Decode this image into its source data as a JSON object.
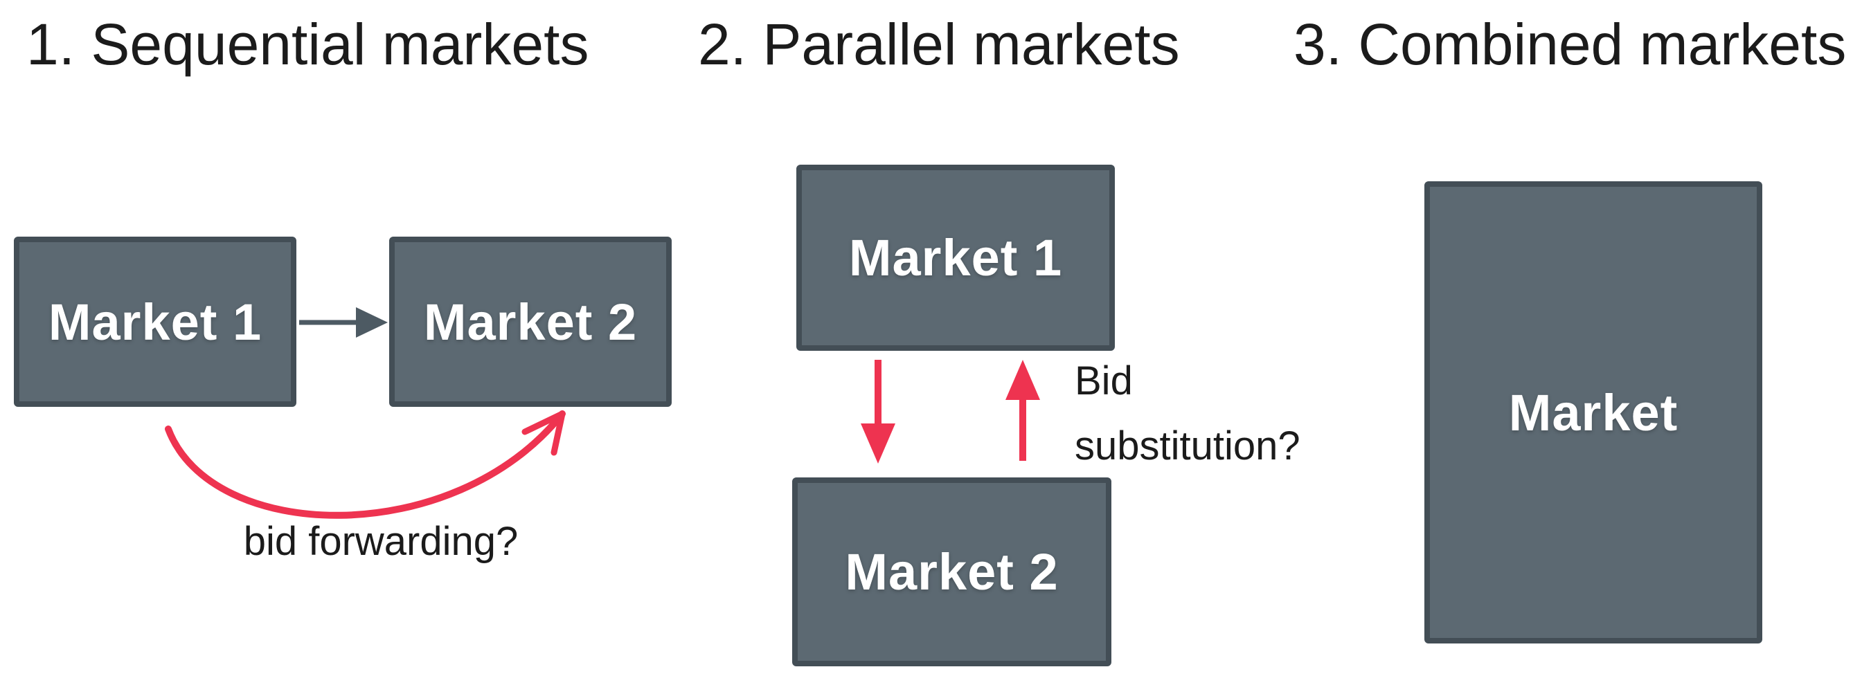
{
  "figure": {
    "kind": "diagram",
    "description": "Three side-by-side market structure diagrams"
  },
  "colors": {
    "background": "#ffffff",
    "box_fill": "#5c6972",
    "box_border": "#434e56",
    "box_label_text": "#ffffff",
    "title_text": "#1b1b1b",
    "annotation_text": "#1b1b1b",
    "arrow_red": "#ee3350",
    "arrow_gray": "#4d5a63"
  },
  "panels": [
    {
      "title": "1. Sequential markets",
      "boxes": [
        {
          "label": "Market 1"
        },
        {
          "label": "Market 2"
        }
      ],
      "arrows": [
        {
          "name": "market1-to-market2-arrow",
          "style": "straight-gray",
          "from": "Market 1",
          "to": "Market 2"
        },
        {
          "name": "bid-forwarding-arrow",
          "style": "curved-red",
          "from": "Market 1 bottom",
          "to": "Market 2 bottom"
        }
      ],
      "annotation": "bid forwarding?"
    },
    {
      "title": "2. Parallel markets",
      "boxes": [
        {
          "label": "Market 1"
        },
        {
          "label": "Market 2"
        }
      ],
      "arrows": [
        {
          "name": "substitution-down-arrow",
          "style": "straight-red",
          "from": "Market 1",
          "to": "Market 2"
        },
        {
          "name": "substitution-up-arrow",
          "style": "straight-red",
          "from": "Market 2",
          "to": "Market 1"
        }
      ],
      "annotation": "Bid\nsubstitution?"
    },
    {
      "title": "3. Combined markets",
      "boxes": [
        {
          "label": "Market"
        }
      ],
      "arrows": [],
      "annotation": ""
    }
  ]
}
